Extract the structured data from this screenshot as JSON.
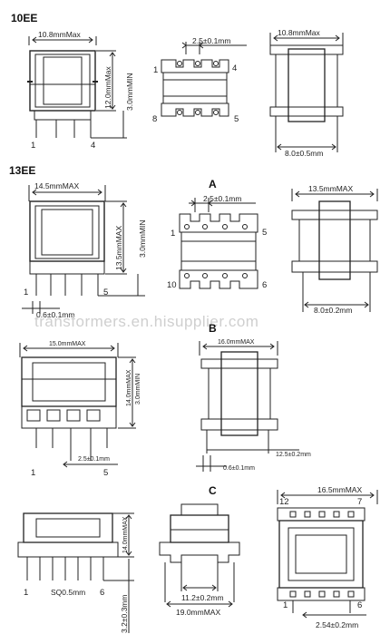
{
  "watermark": "transformers.en.hisupplier.com",
  "s10": {
    "heading": "10EE",
    "front": {
      "width": "10.8mmMax",
      "height": "12.0mmMax",
      "min": "3.0mmMIN",
      "pin_left": "1",
      "pin_right": "4"
    },
    "bottom": {
      "pitch": "2.5±0.1mm",
      "pin_tl": "1",
      "pin_tr": "4",
      "pin_bl": "8",
      "pin_br": "5"
    },
    "side": {
      "width": "10.8mmMax",
      "span": "8.0±0.5mm"
    }
  },
  "s13": {
    "heading": "13EE",
    "front": {
      "width": "14.5mmMAX",
      "height": "13.5mmMAX",
      "min": "3.0mmMIN",
      "pin_left": "1",
      "pin_right": "5",
      "pitch": "0.6±0.1mm"
    },
    "bottom": {
      "label": "A",
      "pitch": "2.5±0.1mm",
      "pin_tl": "1",
      "pin_tr": "5",
      "pin_bl": "10",
      "pin_br": "6"
    },
    "side": {
      "width": "13.5mmMAX",
      "span": "8.0±0.2mm"
    }
  },
  "sB": {
    "label": "B",
    "front": {
      "width": "15.0mmMAX",
      "height": "14.0mmMAX",
      "min": "3.0mmMIN",
      "pitch": "2.5±0.1mm",
      "pin_left": "1",
      "pin_right": "5"
    },
    "side": {
      "width": "16.0mmMAX",
      "span": "12.5±0.2mm",
      "pin_dia": "0.6±0.1mm"
    }
  },
  "sC": {
    "label": "C",
    "front": {
      "height": "14.0mmMAX",
      "min": "3.2±0.3mm",
      "sq": "SQ0.5mm",
      "pin_left": "1",
      "pin_right": "6"
    },
    "side": {
      "inner": "11.2±0.2mm",
      "width": "19.0mmMAX"
    },
    "bottom": {
      "width": "16.5mmMAX",
      "pin_tl": "12",
      "pin_tr": "7",
      "pin_bl": "1",
      "pin_br": "6",
      "pitch": "2.54±0.2mm"
    }
  }
}
